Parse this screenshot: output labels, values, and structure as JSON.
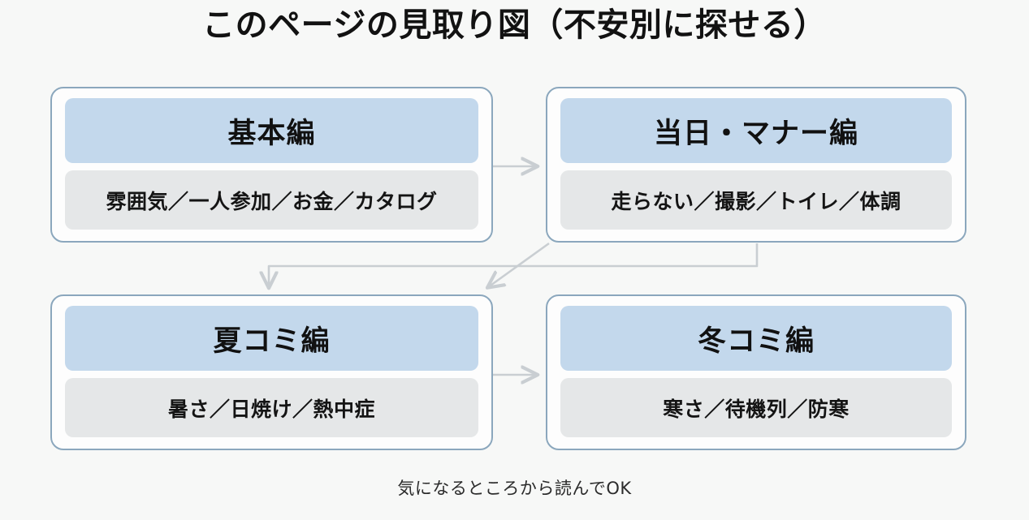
{
  "page": {
    "title": "このページの見取り図（不安別に探せる）",
    "footer_note": "気になるところから読んでOK",
    "background_color": "#f7f8f7"
  },
  "theme": {
    "box_border_color": "#8ba7bd",
    "box_fill_color": "#fdfdfd",
    "header_fill_color": "#c3d8ec",
    "body_fill_color": "#e5e7e8",
    "connector_color": "#c9ced2",
    "text_color": "#111111"
  },
  "chart_data": {
    "type": "diagram",
    "title": "このページの見取り図（不安別に探せる）",
    "layout": "2x2-grid-flowchart",
    "nodes": [
      {
        "id": "basics",
        "header": "基本編",
        "body": "雰囲気／一人参加／お金／カタログ",
        "topics": [
          "雰囲気",
          "一人参加",
          "お金",
          "カタログ"
        ],
        "position": "top-left"
      },
      {
        "id": "day-of-manners",
        "header": "当日・マナー編",
        "body": "走らない／撮影／トイレ／体調",
        "topics": [
          "走らない",
          "撮影",
          "トイレ",
          "体調"
        ],
        "position": "top-right"
      },
      {
        "id": "summer-comiket",
        "header": "夏コミ編",
        "body": "暑さ／日焼け／熱中症",
        "topics": [
          "暑さ",
          "日焼け",
          "熱中症"
        ],
        "position": "bottom-left"
      },
      {
        "id": "winter-comiket",
        "header": "冬コミ編",
        "body": "寒さ／待機列／防寒",
        "topics": [
          "寒さ",
          "待機列",
          "防寒"
        ],
        "position": "bottom-right"
      }
    ],
    "edges": [
      {
        "from": "basics",
        "to": "day-of-manners",
        "style": "straight-arrow-right"
      },
      {
        "from": "day-of-manners",
        "to": "summer-comiket",
        "style": "elbow-arrow-down"
      },
      {
        "from": "day-of-manners",
        "to": "summer-comiket",
        "style": "diagonal-arrow-down-left"
      },
      {
        "from": "summer-comiket",
        "to": "winter-comiket",
        "style": "straight-arrow-right"
      }
    ],
    "annotations": [
      "気になるところから読んでOK"
    ]
  }
}
